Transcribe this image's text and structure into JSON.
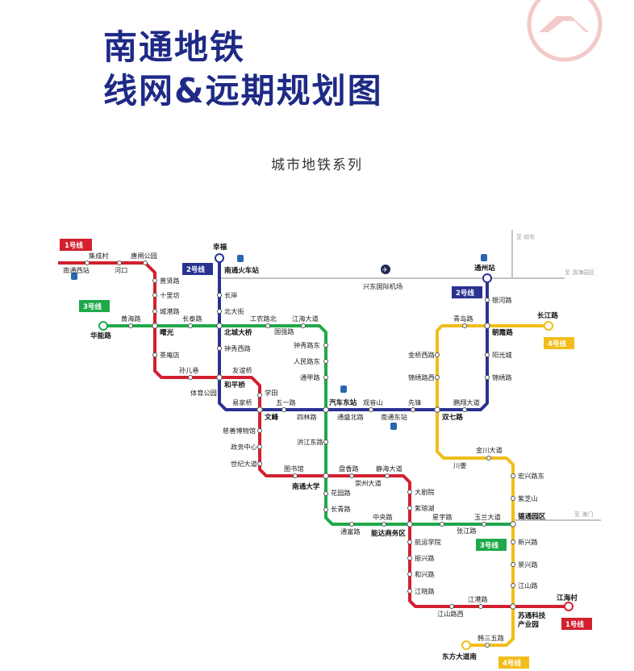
{
  "header": {
    "title_line1": "南通地铁",
    "title_line2": "线网&远期规划图",
    "subtitle": "城市地铁系列"
  },
  "colors": {
    "title": "#1f2a86",
    "line1": "#d2202f",
    "line2": "#2a3290",
    "line3": "#1fa84a",
    "line4": "#f2bd1a",
    "rail": "#bdbdbd"
  },
  "icons": [
    "logo-icon",
    "train-station-icon",
    "airport-icon",
    "terminus-ring-icon"
  ],
  "badges": {
    "line1_a": "1号线",
    "line1_b": "1号线",
    "line2_a": "2号线",
    "line2_b": "2号线",
    "line3_a": "3号线",
    "line3_b": "3号线",
    "line4_a": "4号线",
    "line4_b": "4号线"
  },
  "directions": {
    "rudong": "至 如东",
    "binhai": "至 滨海园区",
    "haimen": "至 海门"
  },
  "stations": {
    "nantong_west": "南通西站",
    "jichengcun": "集成村",
    "hekou": "河口",
    "tangzha_park": "唐闸公园",
    "puyuanlu": "普贤路",
    "shilifang": "十里坊",
    "chenggang": "城港路",
    "shuguang": "曙光",
    "chahaidian": "茶庵店",
    "sunerxiang": "孙儿巷",
    "huanenglu": "华能路",
    "huanghailu": "黄海路",
    "changtai": "长泰路",
    "xingfu": "幸福",
    "nantong_rail": "南通火车站",
    "changan": "长岸",
    "beidajie": "北大街",
    "beichengdaqiao": "北城大桥",
    "zhongxiuxilu": "钟秀西路",
    "hepingqiao": "和平桥",
    "youyiqiao": "友谊桥",
    "tiyugongyuan": "体育公园",
    "xuetian": "学田",
    "yijiaqiao": "易家桥",
    "wenfeng": "文峰",
    "wuyilu": "五一路",
    "gongnong_north": "工农路北",
    "jianghaidadao": "江海大道",
    "guoqianglu": "国强路",
    "zhongxiulu_east": "钟秀路东",
    "renmindong": "人民路东",
    "tongjialu": "通甲路",
    "qiche_east": "汽车东站",
    "siyinlu": "四林路",
    "tongsheng_north": "通盛北路",
    "guanyinshan": "观音山",
    "nantong_east": "南通东站",
    "xianfeng": "先锋",
    "shuangqilu": "双七路",
    "pengyuandadao": "鹏翔大道",
    "xingdong_airport": "兴东国际机场",
    "tongzhou": "通州站",
    "yinhelu": "银河路",
    "chaoba": "朝霞路",
    "yangguangcheng": "阳光城",
    "jinxiulu": "锦绣路",
    "qinghailu": "青岛路",
    "jinqiaoxilu": "金桥西路",
    "jinxiu_west": "锦绣路西",
    "changjianglu": "长江路",
    "cishan_museum": "慈善博物馆",
    "zhengwu": "政务中心",
    "shijidadao": "世纪大道",
    "hongjiang_east": "洪江东路",
    "tushuguan": "图书馆",
    "nantong_univ": "南通大学",
    "huayuanlu": "花园路",
    "changqinglu": "长青路",
    "tongfulu": "通富路",
    "zhongyanglu": "中央路",
    "nengda": "能达商务区",
    "shenglu": "盘香路",
    "jinghai": "静海大道",
    "chongzhou": "崇州大道",
    "dajuyuan": "大剧院",
    "zixialu": "紫琅湖",
    "hangyun": "航运学院",
    "zhenxinglu": "振兴路",
    "hexinglu": "和兴路",
    "jiangshilu": "江晓路",
    "xingyulu": "星宇路",
    "yulandadao": "玉兰大道",
    "zhangjiang": "张江路",
    "xitong_park": "锡通园区",
    "jinshan": "金川大道",
    "chuanjiang": "川姜",
    "hongxinglu_east": "宏兴路东",
    "zhizhi": "紫芝山",
    "xinxinglu": "新兴路",
    "jingxinglu": "景兴路",
    "jiangshanlu": "江山路",
    "jiangshan_west": "江山路西",
    "jianggang": "江港路",
    "sutong_park_1": "苏通科技",
    "sutong_park_2": "产业园",
    "jianghaicun": "江海村",
    "dongfang": "东方大道南",
    "hansanwu": "韩三五路"
  }
}
